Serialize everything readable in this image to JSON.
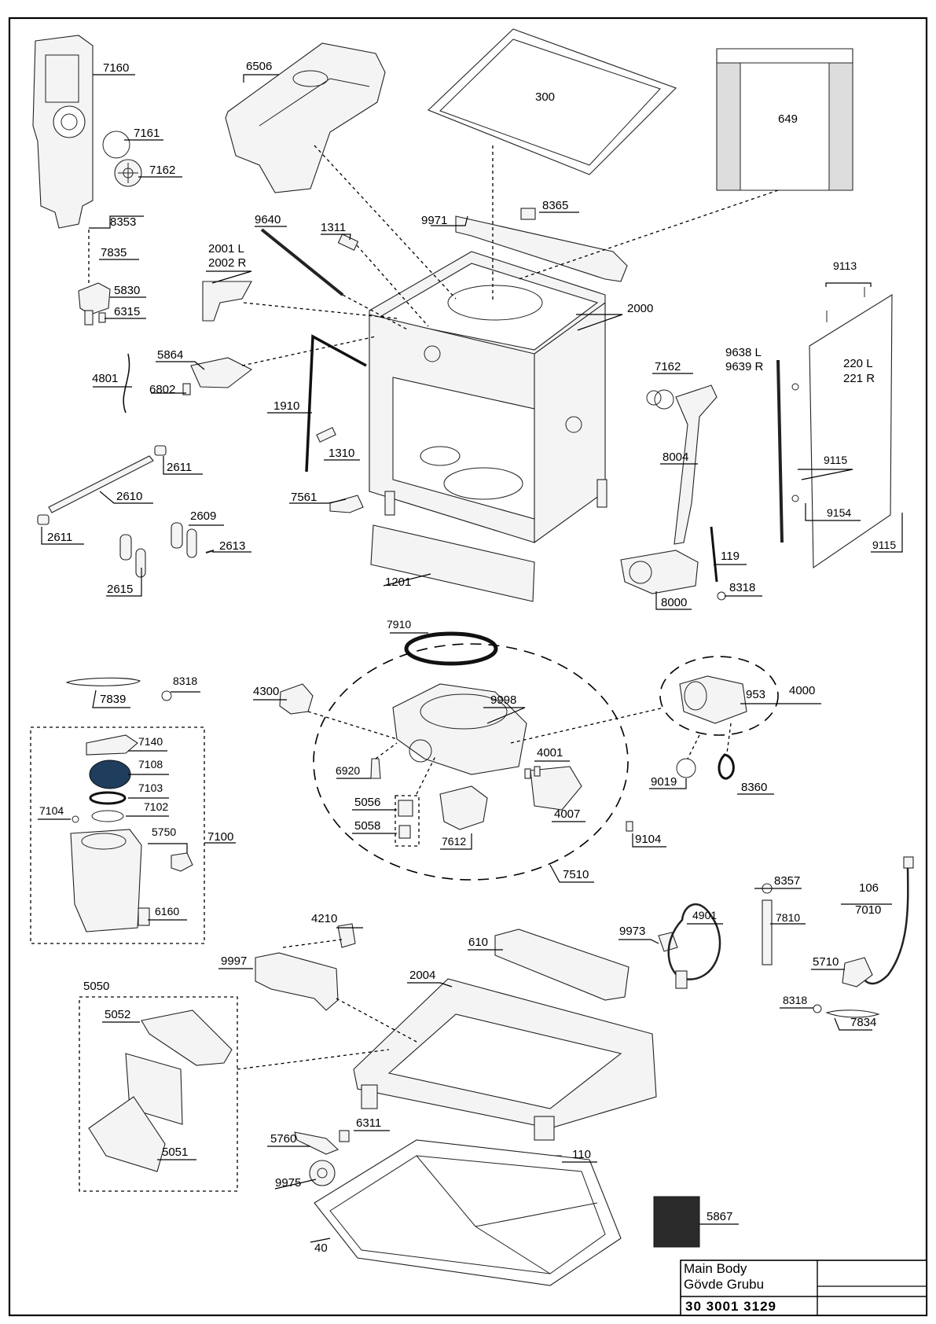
{
  "title_block": {
    "name_en": "Main Body",
    "name_tr": "Gövde Grubu",
    "code": "30 3001 3129"
  },
  "labels": {
    "l7160": "7160",
    "l7161": "7161",
    "l7162a": "7162",
    "l8353": "8353",
    "l7835": "7835",
    "l5830": "5830",
    "l6315": "6315",
    "l6506": "6506",
    "l300": "300",
    "l649": "649",
    "l8365": "8365",
    "l9971": "9971",
    "l9640": "9640",
    "l1311": "1311",
    "l2001": "2001 L",
    "l2002": "2002 R",
    "l2000": "2000",
    "l9113": "9113",
    "l220": "220 L",
    "l221": "221 R",
    "l9638": "9638 L",
    "l9639": "9639 R",
    "l7162b": "7162",
    "l5864": "5864",
    "l4801": "4801",
    "l6802": "6802",
    "l1910": "1910",
    "l1310": "1310",
    "l8004": "8004",
    "l9115a": "9115",
    "l9154": "9154",
    "l9115b": "9115",
    "l2611a": "2611",
    "l2610": "2610",
    "l7561": "7561",
    "l2611b": "2611",
    "l2609": "2609",
    "l2613": "2613",
    "l2615": "2615",
    "l1201": "1201",
    "l119": "119",
    "l8318a": "8318",
    "l8000": "8000",
    "l7910": "7910",
    "l8318b": "8318",
    "l7839": "7839",
    "l4300": "4300",
    "l9998": "9998",
    "l953": "953",
    "l4000": "4000",
    "l7140": "7140",
    "l7108": "7108",
    "l7103": "7103",
    "l7104": "7104",
    "l7102": "7102",
    "l5750": "5750",
    "l7100": "7100",
    "l6160": "6160",
    "l6920": "6920",
    "l4001": "4001",
    "l5056": "5056",
    "l5058": "5058",
    "l4007": "4007",
    "l7612": "7612",
    "l9019": "9019",
    "l8360": "8360",
    "l9104": "9104",
    "l7510": "7510",
    "l8357": "8357",
    "l106": "106",
    "l7010": "7010",
    "l4210": "4210",
    "l9973": "9973",
    "l4901": "4901",
    "l7810": "7810",
    "l610": "610",
    "l9997": "9997",
    "l5710": "5710",
    "l2004": "2004",
    "l5050": "5050",
    "l5052": "5052",
    "l8318c": "8318",
    "l7834": "7834",
    "l6311": "6311",
    "l5760": "5760",
    "l5051": "5051",
    "l110": "110",
    "l9975": "9975",
    "l5867": "5867",
    "l40": "40"
  }
}
